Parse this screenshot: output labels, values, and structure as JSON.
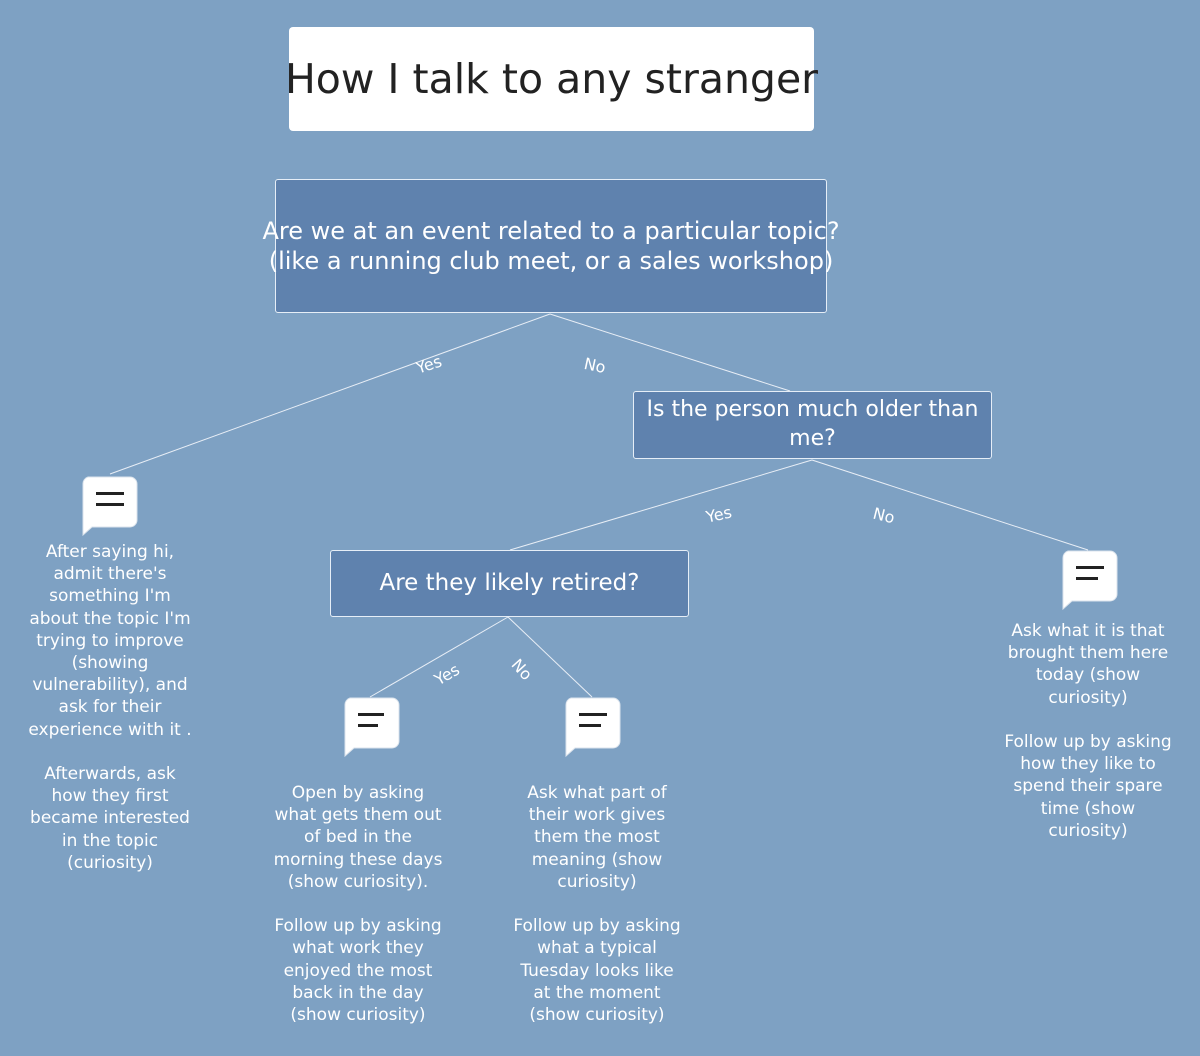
{
  "title": "How I talk to any stranger",
  "questions": {
    "q1": {
      "lines": [
        "Are we at an event related to a particular topic?",
        "(like a running club meet, or a sales workshop)"
      ]
    },
    "q2": {
      "lines": [
        "Is the person much older than",
        "me?"
      ]
    },
    "q3": {
      "lines": [
        "Are they likely retired?"
      ]
    }
  },
  "edge_labels": {
    "q1_yes": "Yes",
    "q1_no": "No",
    "q2_yes": "Yes",
    "q2_no": "No",
    "q3_yes": "Yes",
    "q3_no": "No"
  },
  "icons": {
    "answer_icon": "speech-bubble-icon"
  },
  "colors": {
    "background": "#7ea1c3",
    "question_box": "#5f82ae",
    "title_box": "#ffffff",
    "connector": "#e8eef6",
    "text": "#ffffff"
  },
  "answers": {
    "a1": {
      "lines": [
        "After saying hi,",
        "admit there's",
        "something I'm",
        "about the topic I'm",
        "trying to improve",
        "(showing",
        "vulnerability), and",
        "ask for their",
        "experience with it .",
        "",
        "Afterwards, ask",
        "how they first",
        "became interested",
        "in the topic",
        "(curiosity)"
      ]
    },
    "a2": {
      "lines": [
        "Open by asking",
        "what gets them out",
        "of bed in the",
        "morning these days",
        "(show curiosity).",
        "",
        "Follow up by asking",
        "what work  they",
        "enjoyed the most",
        "back in the day",
        "(show curiosity)"
      ]
    },
    "a3": {
      "lines": [
        "Ask what part of",
        "their work gives",
        "them the most",
        "meaning (show",
        "curiosity)",
        "",
        "Follow up by asking",
        "what a typical",
        "Tuesday looks like",
        "at the moment",
        "(show curiosity)"
      ]
    },
    "a4": {
      "lines": [
        "Ask what it is that",
        "brought them here",
        "today (show",
        "curiosity)",
        "",
        "Follow up by asking",
        "how they like to",
        "spend their spare",
        "time (show",
        "curiosity)"
      ]
    }
  }
}
